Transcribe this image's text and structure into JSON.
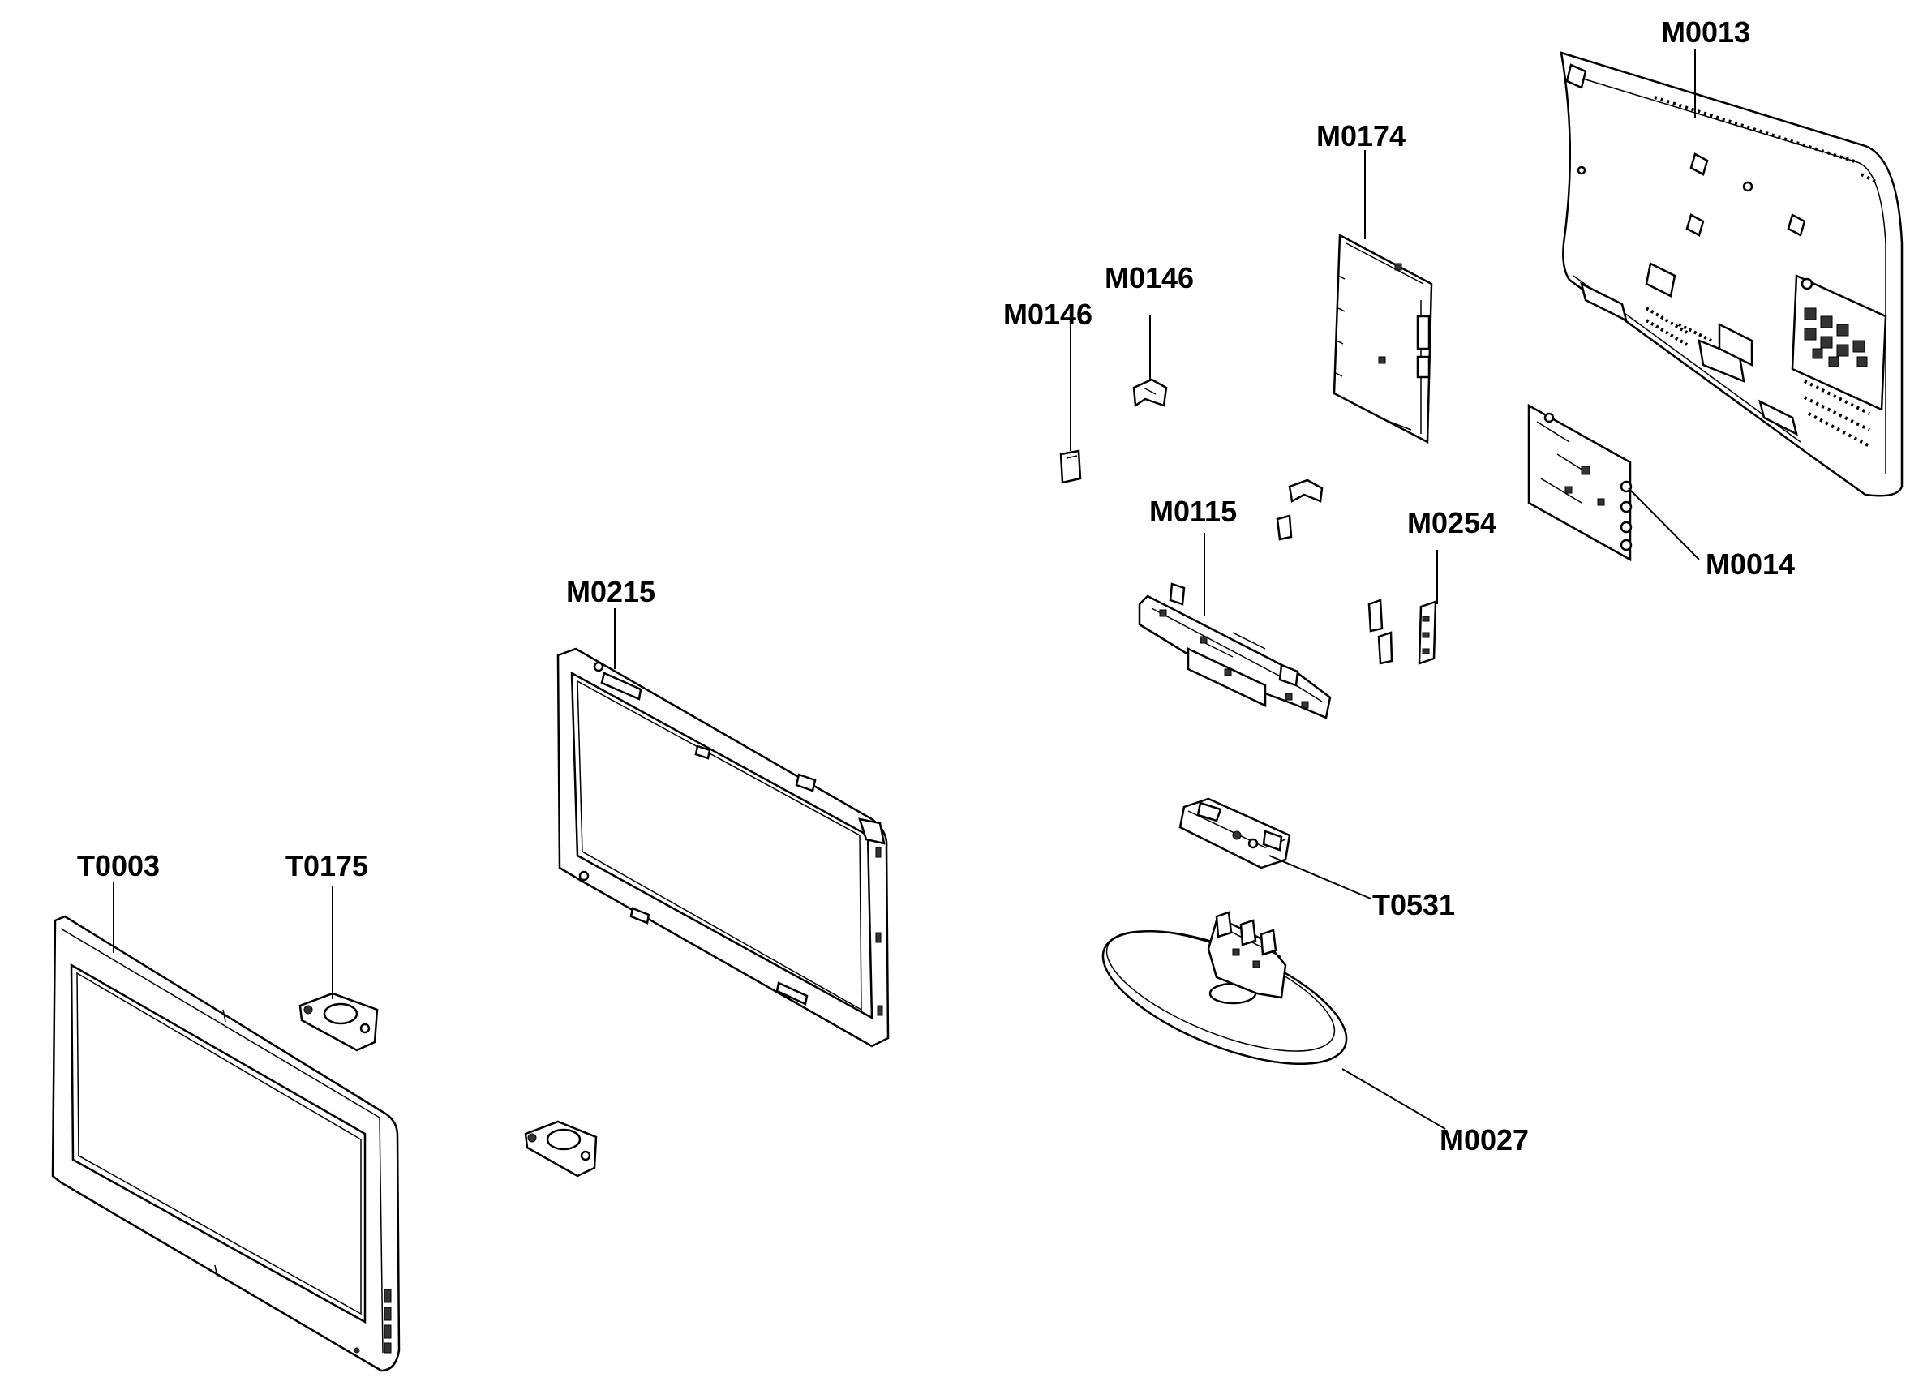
{
  "diagram": {
    "labels": {
      "m0013": "M0013",
      "m0174": "M0174",
      "m0146_a": "M0146",
      "m0146_b": "M0146",
      "m0115": "M0115",
      "m0254": "M0254",
      "m0014": "M0014",
      "m0215": "M0215",
      "t0003": "T0003",
      "t0175": "T0175",
      "t0531": "T0531",
      "m0027": "M0027"
    }
  }
}
